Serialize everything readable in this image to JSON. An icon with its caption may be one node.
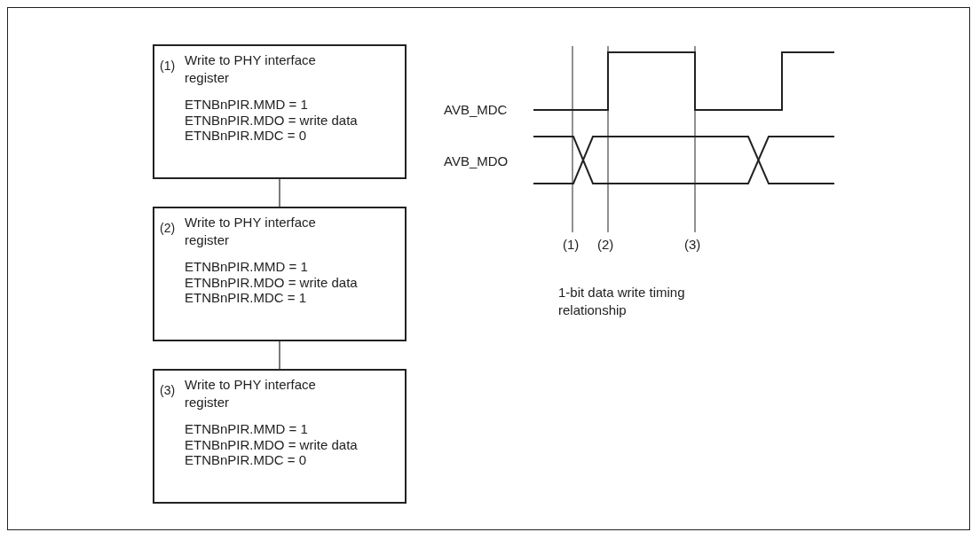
{
  "diagram": {
    "nodes": [
      {
        "text": [
          "(1)",
          "Write to PHY interface register",
          "ETNBnPIR.MMD = 1",
          "ETNBnPIR.MDO = write data",
          "ETNBnPIR.MDC = 0"
        ]
      },
      {
        "text": [
          "(2)",
          "Write to PHY interface register",
          "ETNBnPIR.MMD = 1",
          "ETNBnPIR.MDO = write data",
          "ETNBnPIR.MDC = 1"
        ]
      },
      {
        "text": [
          "(3)",
          "Write to PHY interface register",
          "ETNBnPIR.MMD = 1",
          "ETNBnPIR.MDO = write data",
          "ETNBnPIR.MDC = 0"
        ]
      }
    ],
    "edges": [
      {
        "from": 0,
        "to": 1,
        "arrow": "none"
      },
      {
        "from": 1,
        "to": 2,
        "arrow": "none"
      }
    ],
    "labels": [
      "AVB_MDC",
      "AVB_MDO",
      "(1)",
      "(2)",
      "(3)",
      "1-bit data write timing relationship"
    ]
  }
}
